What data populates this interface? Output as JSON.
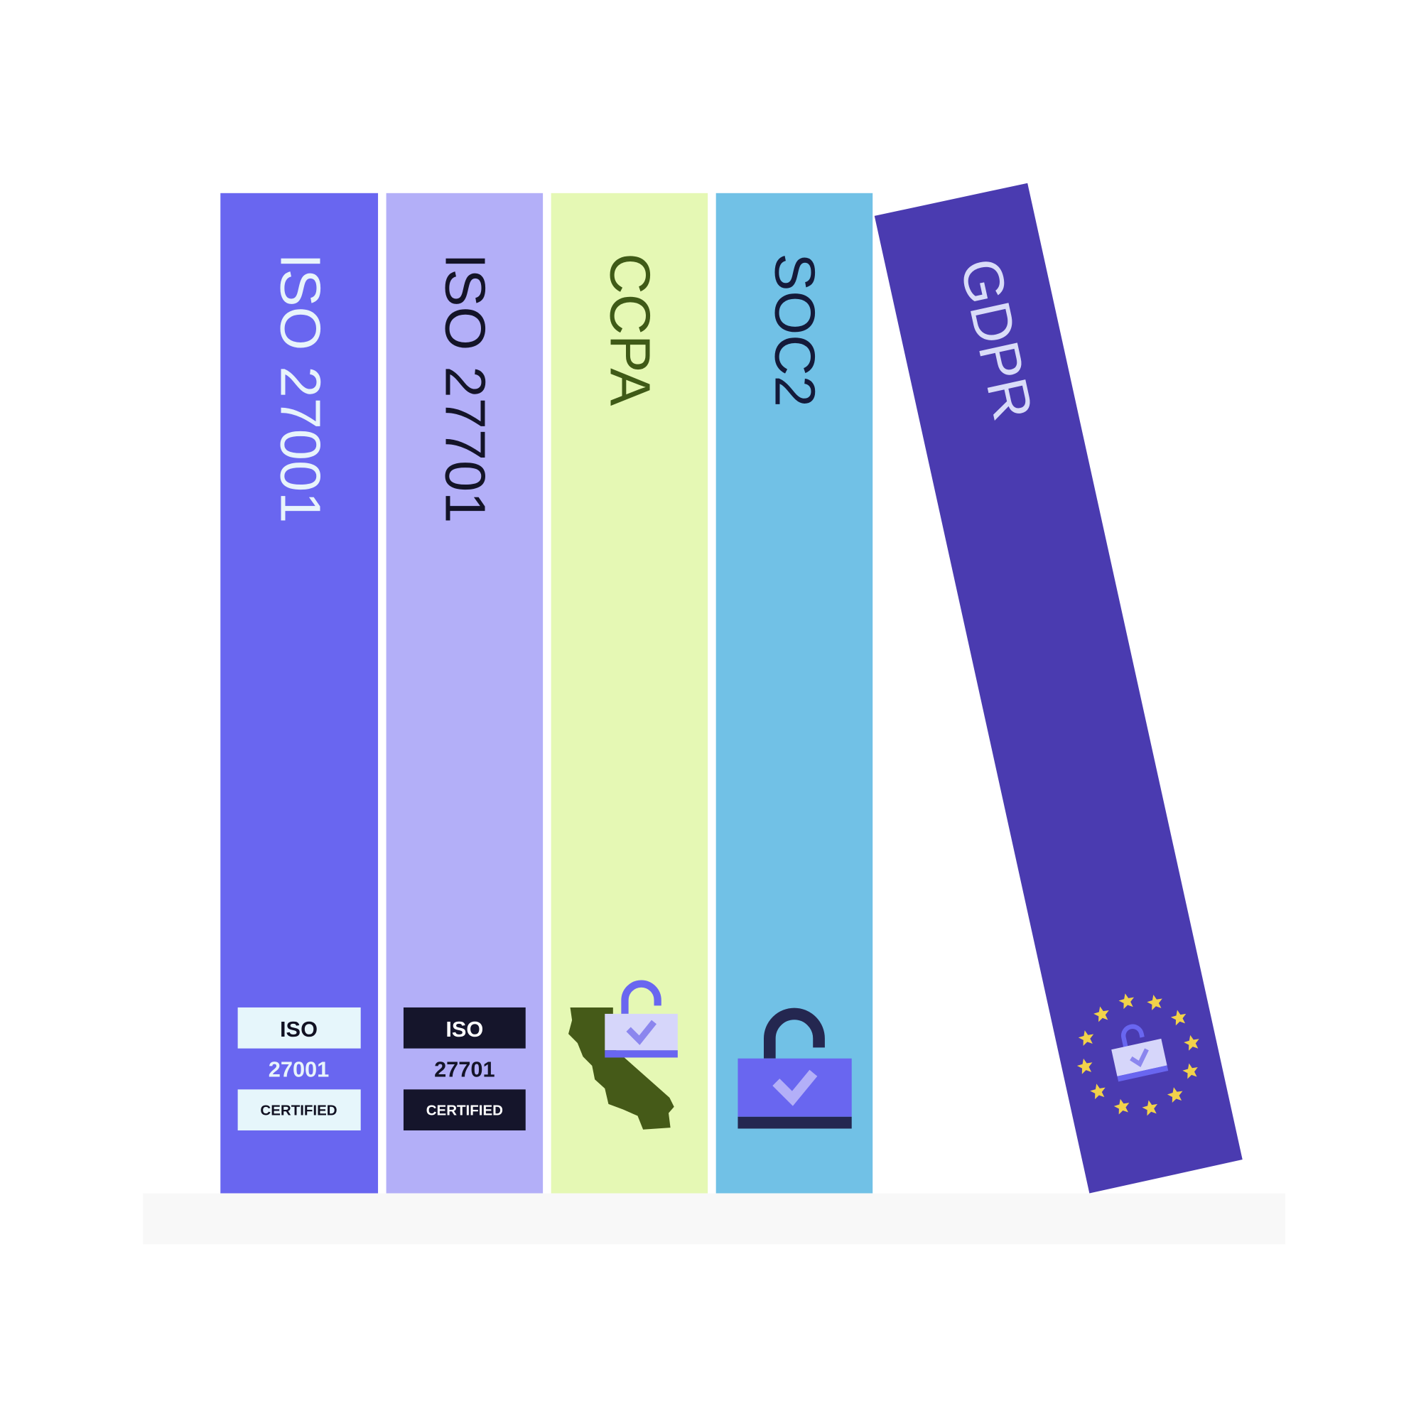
{
  "books": [
    {
      "title": "ISO 27001",
      "color": "#6966f0",
      "text_color": "#e8f4fb",
      "badge": {
        "top": "ISO",
        "middle": "27001",
        "bottom": "CERTIFIED",
        "box_color": "#e6f6fb",
        "box_text": "#111122",
        "middle_color": "#e8f4fb"
      }
    },
    {
      "title": "ISO 27701",
      "color": "#b3aff8",
      "text_color": "#141428",
      "badge": {
        "top": "ISO",
        "middle": "27701",
        "bottom": "CERTIFIED",
        "box_color": "#15152b",
        "box_text": "#ffffff",
        "middle_color": "#141428"
      }
    },
    {
      "title": "CCPA",
      "color": "#e5f8b4",
      "text_color": "#3f5a17",
      "icon": "california-lock-icon"
    },
    {
      "title": "SOC2",
      "color": "#71c1e6",
      "text_color": "#141a3a",
      "icon": "padlock-check-icon"
    },
    {
      "title": "GDPR",
      "color": "#4a3bb0",
      "text_color": "#d9dcf8",
      "icon": "eu-stars-lock-icon"
    }
  ],
  "shelf_color": "#f8f8f8"
}
